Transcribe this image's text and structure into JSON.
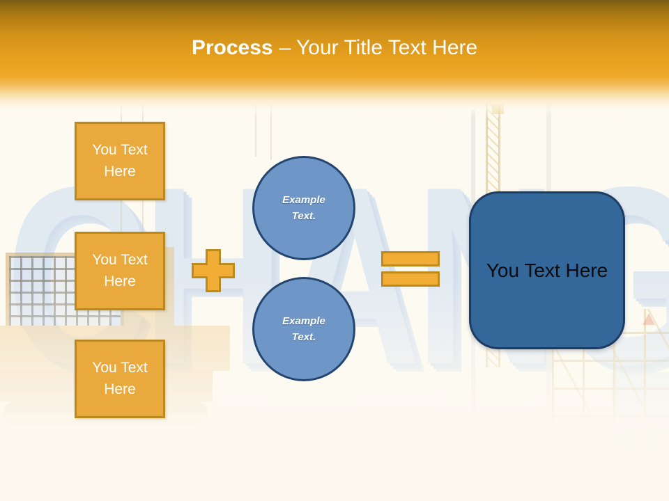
{
  "slide_title": {
    "bold_part": "Process",
    "regular_part": "– Your Title Text Here"
  },
  "left_boxes": [
    {
      "label": "You Text Here"
    },
    {
      "label": "You Text Here"
    },
    {
      "label": "You Text Here"
    }
  ],
  "operators": {
    "plus_icon": "plus",
    "equals_icon": "equals"
  },
  "circles": [
    {
      "label": "Example Text."
    },
    {
      "label": "Example Text."
    }
  ],
  "result_box": {
    "label": "You Text Here"
  },
  "background": {
    "word": "CHANGE"
  },
  "colors": {
    "header_gradient_top": "#7a5a16",
    "header_gradient_main": "#e9a21e",
    "title_text": "#ffffff",
    "box_fill": "#eaa93c",
    "box_border": "#b9881f",
    "operator_fill": "#f1ad35",
    "operator_border": "#be8a1c",
    "circle_fill": "#6e97c8",
    "circle_border": "#24456f",
    "result_fill": "#34679a",
    "result_border": "#1e3c61",
    "result_text": "#0b0b0d",
    "background_word_color": "#cfdff1"
  }
}
